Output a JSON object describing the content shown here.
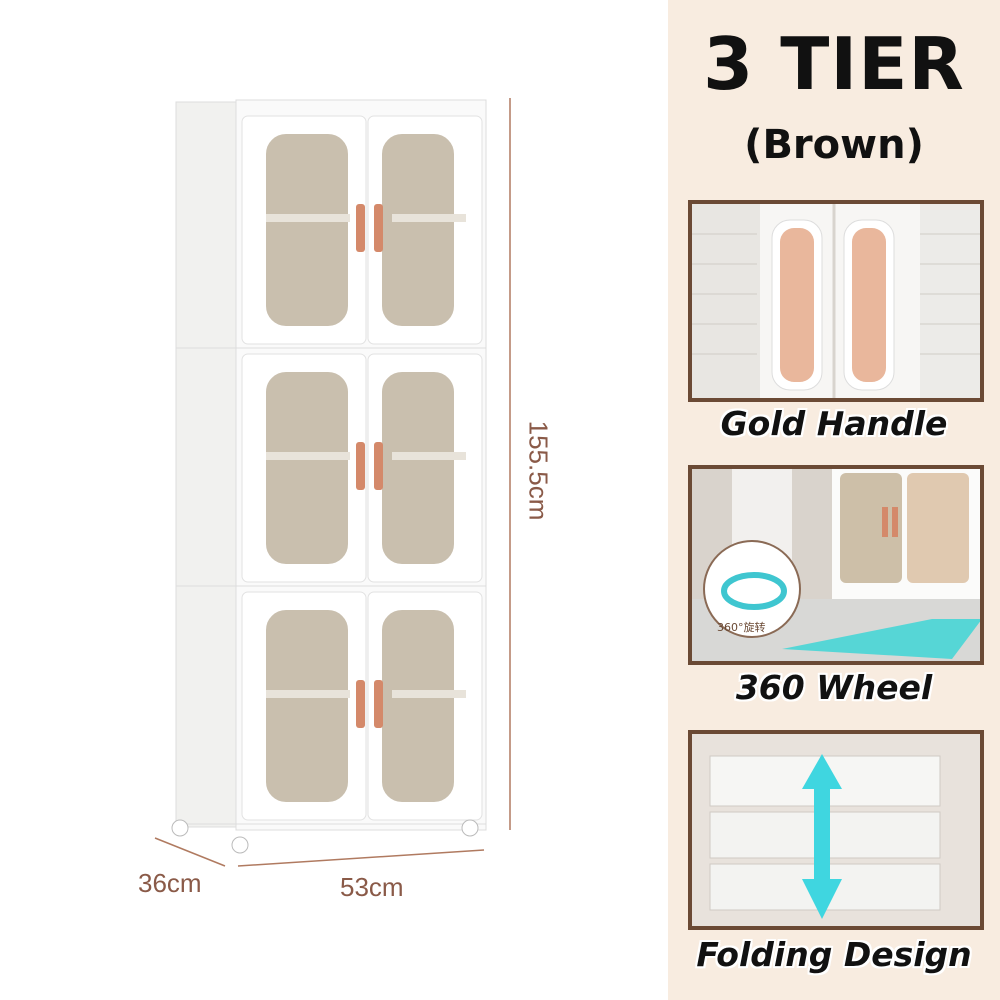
{
  "header": {
    "title": "3 TIER",
    "subtitle": "(Brown)"
  },
  "dimensions": {
    "height": "155.5cm",
    "depth": "36cm",
    "width": "53cm"
  },
  "features": [
    {
      "caption": "Gold Handle",
      "icon": "handle-closeup-photo"
    },
    {
      "caption": "360 Wheel",
      "icon": "wheel-photo",
      "badge": "360°旋转"
    },
    {
      "caption": "Folding Design",
      "icon": "folding-photo"
    }
  ],
  "colors": {
    "panel": "#f8ece0",
    "frame": "#6b4a35",
    "handle": "#d4896a",
    "dimension": "#b07a60",
    "arrow": "#3fd6d6",
    "glass": "#c9bfae"
  },
  "tiers": 3
}
